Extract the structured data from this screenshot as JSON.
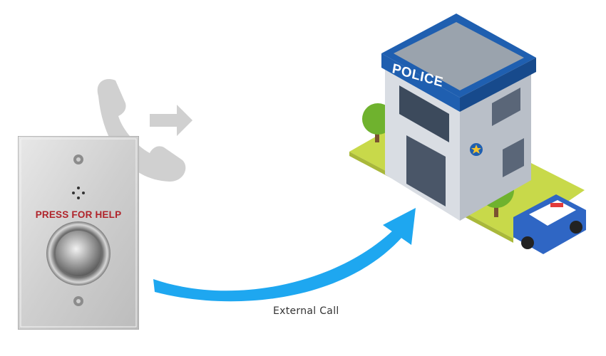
{
  "panel": {
    "label": "PRESS FOR HELP"
  },
  "connection": {
    "label": "External Call"
  },
  "station": {
    "sign": "POLICE"
  },
  "icons": [
    "phone-outgoing-icon",
    "help-button-panel",
    "curved-arrow-icon",
    "police-station-icon",
    "police-car-icon"
  ],
  "colors": {
    "arrow": "#1ea7f0",
    "label_red": "#b0232a",
    "station_blue": "#1f5fb0",
    "phone_gray": "#d0d0d0"
  }
}
